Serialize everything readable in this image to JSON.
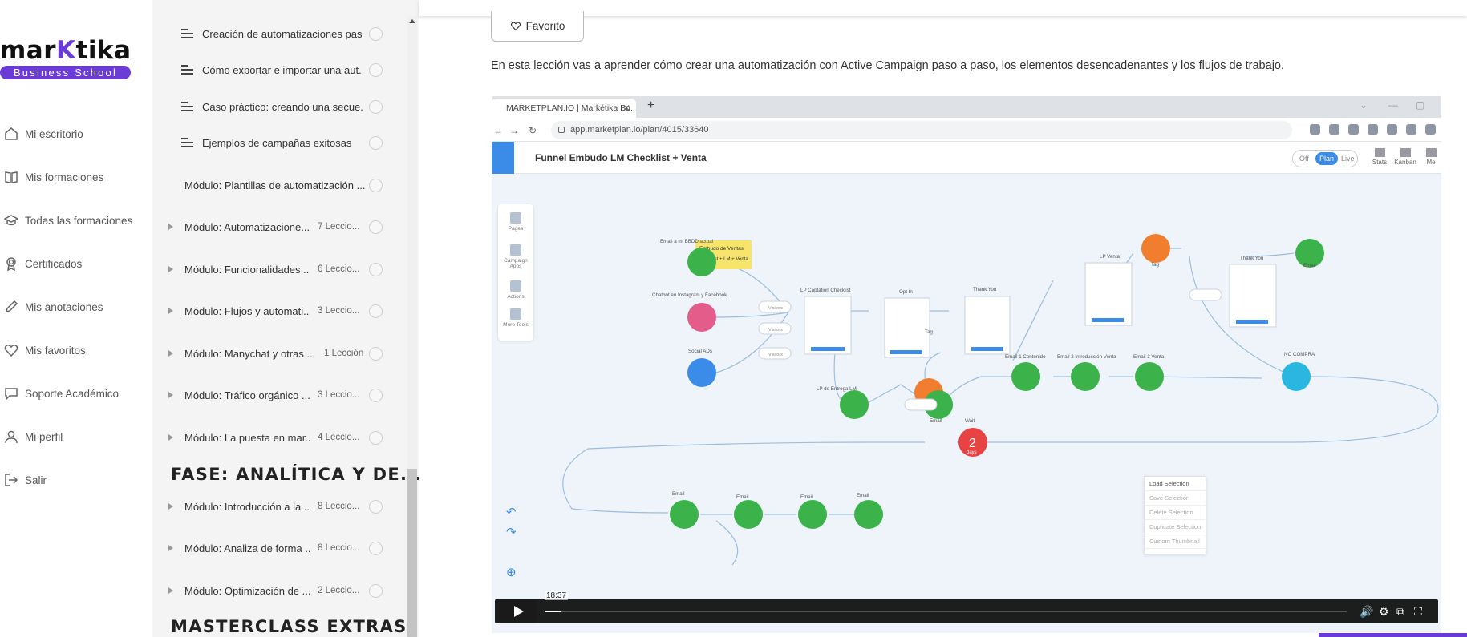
{
  "logo": {
    "text_pre": "mar",
    "text_k": "K",
    "text_post": "tika",
    "sub": "Business School"
  },
  "nav": [
    {
      "label": "Mi escritorio",
      "icon": "home-icon"
    },
    {
      "label": "Mis formaciones",
      "icon": "book-icon"
    },
    {
      "label": "Todas las formaciones",
      "icon": "graduation-cap-icon"
    },
    {
      "label": "Certificados",
      "icon": "award-icon"
    },
    {
      "label": "Mis anotaciones",
      "icon": "pencil-icon"
    },
    {
      "label": "Mis favoritos",
      "icon": "heart-icon"
    },
    {
      "label": "Soporte Académico",
      "icon": "chat-icon"
    },
    {
      "label": "Mi perfil",
      "icon": "user-icon"
    },
    {
      "label": "Salir",
      "icon": "logout-icon"
    }
  ],
  "outline": {
    "lessons": [
      {
        "label": "Creación de automatizaciones pas..."
      },
      {
        "label": "Cómo exportar e importar una aut..."
      },
      {
        "label": "Caso práctico: creando una secue..."
      },
      {
        "label": "Ejemplos de campañas exitosas"
      }
    ],
    "module_template": {
      "label": "Módulo: Plantillas de automatización ..."
    },
    "modules_a": [
      {
        "label": "Módulo: Automatizacione...",
        "count": "7 Leccio..."
      },
      {
        "label": "Módulo: Funcionalidades ...",
        "count": "6 Leccio..."
      },
      {
        "label": "Módulo: Flujos y automati...",
        "count": "3 Leccio..."
      },
      {
        "label": "Módulo: Manychat y otras ...",
        "count": "1 Lección"
      },
      {
        "label": "Módulo: Tráfico orgánico ...",
        "count": "3 Leccio..."
      },
      {
        "label": "Módulo: La puesta en mar...",
        "count": "4 Leccio..."
      }
    ],
    "section_1": "FASE: ANALÍTICA Y DE...",
    "modules_b": [
      {
        "label": "Módulo: Introducción a la ...",
        "count": "8 Leccio..."
      },
      {
        "label": "Módulo: Analiza de forma ...",
        "count": "8 Leccio..."
      },
      {
        "label": "Módulo: Optimización de ...",
        "count": "2 Leccio..."
      }
    ],
    "section_2": "MASTERCLASS EXTRAS"
  },
  "main": {
    "favorite_label": "Favorito",
    "description": "En esta lección vas a aprender cómo crear una automatización con Active Campaign paso a paso, los elementos desencadenantes y los flujos de trabajo."
  },
  "video": {
    "browser": {
      "tab_title": "MARKETPLAN.IO | Markétika Bu...",
      "url": "app.marketplan.io/plan/4015/33640"
    },
    "app": {
      "title": "Funnel Embudo LM Checklist + Venta",
      "toggle": [
        "Off",
        "Plan",
        "Live"
      ],
      "header_icons": [
        "Stats",
        "Kanban",
        "Me"
      ],
      "tools": [
        "Pages",
        "Campaign Apps",
        "Actions",
        "More Tools"
      ],
      "note": {
        "line1": "Embudo de Ventas",
        "line2": "Checklist + LM + Venta"
      },
      "labels": {
        "email_bbdd": "Email a mi BBDD actual",
        "chatbot": "Chatbot en Instagram y Facebook",
        "social_ads": "Social ADs",
        "lp_captation": "LP Captation Checklist",
        "opt_in": "Opt In",
        "thank_you_1": "Thank You",
        "lp_venta": "LP Venta",
        "tag_1": "Tag",
        "thank_you_2": "Thank You",
        "email_top": "Email",
        "tag_2": "Tag",
        "lp_entrega": "LP de Entrega LM",
        "email_mid": "Email",
        "email_1": "Email 1 Contenido",
        "email_2": "Email 2 Introducción Venta",
        "email_3": "Email 3 Venta",
        "no_compra": "NO COMPRA",
        "wait": "Wait",
        "wait_value": "2",
        "wait_unit": "days",
        "visitors": "Visitors",
        "bottom_emails": [
          "Email",
          "Email",
          "Email",
          "Email"
        ]
      },
      "context_menu": [
        "Load Selection",
        "Save Selection",
        "Delete Selection",
        "Duplicate Selection",
        "Custom Thumbnail"
      ]
    },
    "player": {
      "time": "18:37",
      "progress": 0.02
    }
  },
  "colors": {
    "accent": "#6a3bd6",
    "green_node": "#3cb34a",
    "red_node": "#e84343",
    "orange_node": "#f07e2e",
    "blue_node": "#3b8be8",
    "cyan_node": "#29b6e0",
    "pink_node": "#e35c8a"
  }
}
